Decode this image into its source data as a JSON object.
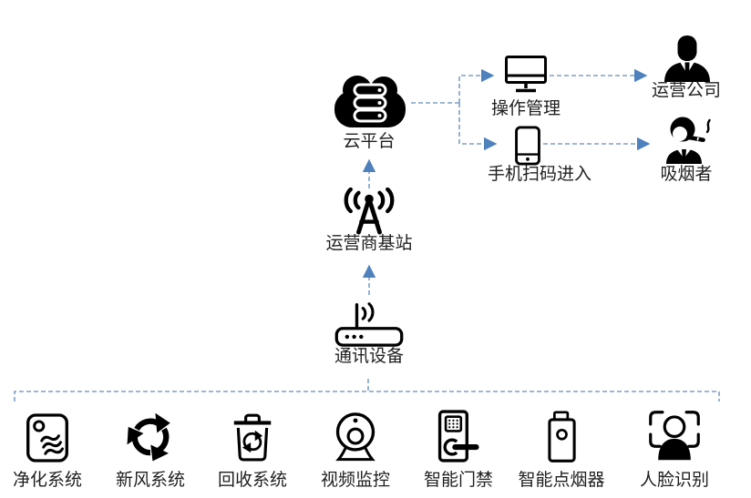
{
  "diagram": {
    "nodes": {
      "cloud": {
        "label": "云平台"
      },
      "base_station": {
        "label": "运营商基站"
      },
      "comm_device": {
        "label": "通讯设备"
      },
      "operation": {
        "label": "操作管理"
      },
      "scan_entry": {
        "label": "手机扫码进入"
      },
      "company": {
        "label": "运营公司"
      },
      "smoker": {
        "label": "吸烟者"
      }
    },
    "devices": [
      {
        "label": "净化系统",
        "icon": "air-purifier-icon"
      },
      {
        "label": "新风系统",
        "icon": "fresh-air-icon"
      },
      {
        "label": "回收系统",
        "icon": "recycle-bin-icon"
      },
      {
        "label": "视频监控",
        "icon": "webcam-icon"
      },
      {
        "label": "智能门禁",
        "icon": "door-lock-icon"
      },
      {
        "label": "智能点烟器",
        "icon": "smart-lighter-icon"
      },
      {
        "label": "人脸识别",
        "icon": "face-recognition-icon"
      }
    ],
    "colors": {
      "icon": "#000000",
      "text": "#1f1f1f",
      "connector": "#7f9fc6",
      "arrowhead": "#4f81bd",
      "background": "#ffffff"
    }
  }
}
